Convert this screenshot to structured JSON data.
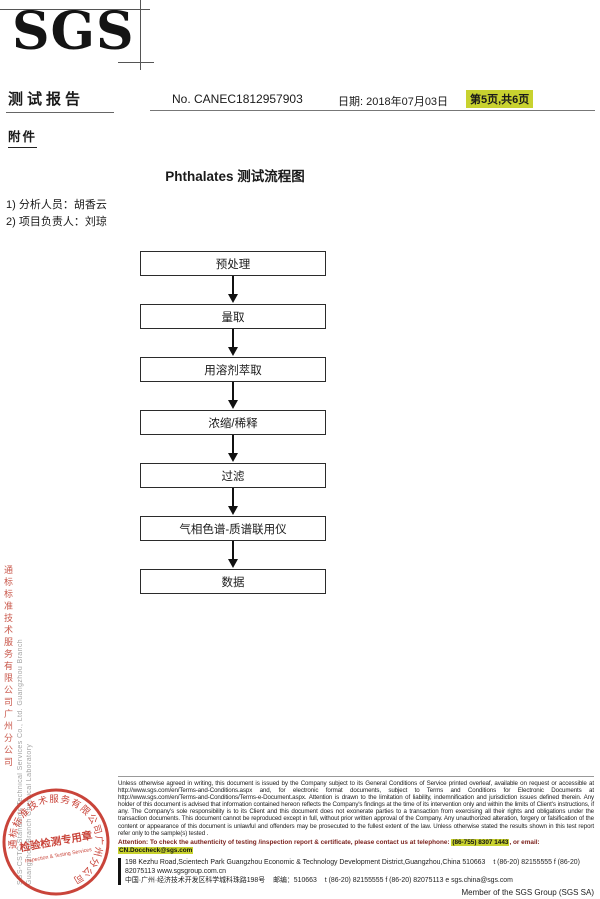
{
  "colors": {
    "highlight": "#c8d22f",
    "seal_red": "#c22b1f"
  },
  "header": {
    "logo_text": "SGS",
    "report_title": "测试报告",
    "report_no": "No. CANEC1812957903",
    "date": "日期: 2018年07月03日",
    "page_info": "第5页,共6页"
  },
  "attachment_label": "附件",
  "doc_title": "Phthalates 测试流程图",
  "notes": [
    "1) 分析人员：胡香云",
    "2) 项目负责人：刘琼"
  ],
  "flowchart": {
    "steps": [
      "预处理",
      "量取",
      "用溶剂萃取",
      "浓缩/稀释",
      "过滤",
      "气相色谱-质谱联用仪",
      "数据"
    ]
  },
  "side": {
    "company_cn": "通标标准技术服务有限公司广州分公司",
    "company_en": "SGS-CSTC Standards Technical Services Co., Ltd. Guangzhou Branch",
    "lab_en": "Guangzhou Branch Chemical Laboratory"
  },
  "seal": {
    "ring_text": "通标标准技术服务有限公司广州分公司",
    "center_text": "检验检测专用章",
    "center_sub": "Inspection & Testing Services"
  },
  "footer": {
    "disclaimer": "Unless otherwise agreed in writing, this document is issued by the Company subject to its General Conditions of Service printed overleaf, available on request or accessible at http://www.sgs.com/en/Terms-and-Conditions.aspx and, for electronic format documents, subject to Terms and Conditions for Electronic Documents at http://www.sgs.com/en/Terms-and-Conditions/Terms-e-Document.aspx. Attention is drawn to the limitation of liability, indemnification and jurisdiction issues defined therein. Any holder of this document is advised that information contained hereon reflects the Company's findings at the time of its intervention only and within the limits of Client's instructions, if any. The Company's sole responsibility is to its Client and this document does not exonerate parties to a transaction from exercising all their rights and obligations under the transaction documents. This document cannot be reproduced except in full, without prior written approval of the Company. Any unauthorized alteration, forgery or falsification of the content or appearance of this document is unlawful and offenders may be prosecuted to the fullest extent of the law. Unless otherwise stated the results shown in this test report refer only to the sample(s) tested .",
    "attention": {
      "prefix": "Attention: To check the authenticity of testing /inspection report & certificate, please contact us at telephone: ",
      "phone": "(86-755) 8307 1443",
      "middle": ", or email: ",
      "email": "CN.Doccheck@sgs.com"
    },
    "address_line1": "198 Kezhu Road,Scientech Park Guangzhou Economic & Technology Development District,Guangzhou,China 510663",
    "address_line1_contacts": "t (86-20) 82155555    f (86-20) 82075113    www.sgsgroup.com.cn",
    "address_line2": "中国·广州·经济技术开发区科学城科珠路198号",
    "address_line2_postal": "邮编：510663",
    "address_line2_contacts": "t (86-20) 82155555    f (86-20) 82075113    e sgs.china@sgs.com",
    "member": "Member of the SGS Group (SGS SA)"
  }
}
